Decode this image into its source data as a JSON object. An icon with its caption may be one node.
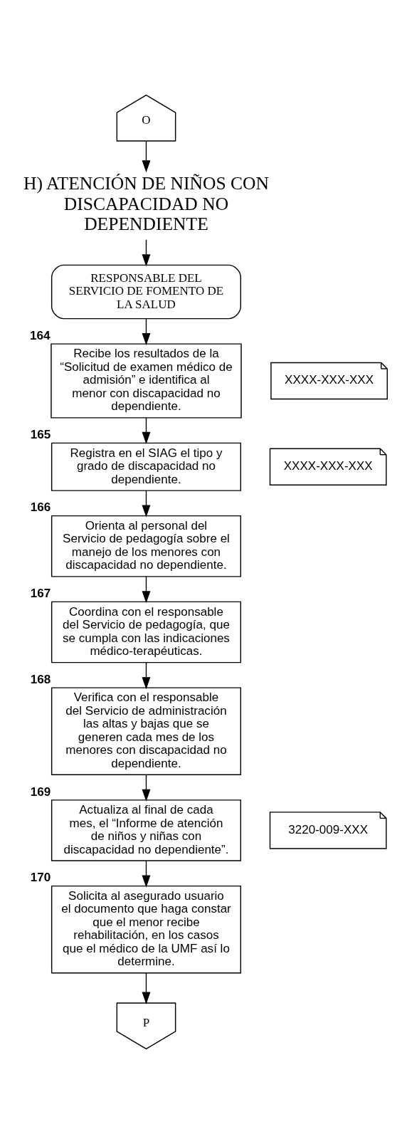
{
  "diagram": {
    "nodes": [
      {
        "text": [
          "O"
        ]
      },
      {
        "text": [
          "H) ATENCIÓN DE NIÑOS CON DISCAPACIDAD NO DEPENDIENTE"
        ]
      },
      {
        "text": [
          "RESPONSABLE DEL SERVICIO DE FOMENTO DE LA SALUD"
        ]
      },
      {
        "text": [
          "Recibe los resultados de la “Solicitud de examen médico de admisión” e identifica al menor con discapacidad no dependiente."
        ],
        "beside": [
          "164"
        ]
      },
      {
        "text": [
          "XXXX-XXX-XXX"
        ]
      },
      {
        "text": [
          "Registra en el SIAG el tipo y grado de discapacidad no dependiente."
        ],
        "beside": [
          "165"
        ]
      },
      {
        "text": [
          "XXXX-XXX-XXX"
        ]
      },
      {
        "text": [
          "Orienta al personal del Servicio de pedagogía sobre el manejo de los menores con discapacidad no dependiente."
        ],
        "beside": [
          "166"
        ]
      },
      {
        "text": [
          "Coordina con el responsable del Servicio de pedagogía, que se cumpla con las indicaciones médico-terapéuticas."
        ],
        "beside": [
          "167"
        ]
      },
      {
        "text": [
          "Verifica con el responsable del Servicio de administración las altas y bajas que se generen cada mes de los menores con discapacidad no dependiente."
        ],
        "beside": [
          "168"
        ]
      },
      {
        "text": [
          "Actualiza al final de cada mes, el “Informe de atención de niños y niñas con discapacidad no dependiente”."
        ],
        "beside": [
          "169"
        ]
      },
      {
        "text": [
          "3220-009-XXX"
        ]
      },
      {
        "text": [
          "Solicita al asegurado usuario el documento que haga constar que el menor recibe rehabilitación, en los casos que el médico de la UMF así lo determine."
        ],
        "beside": [
          "170"
        ]
      },
      {
        "text": [
          "P"
        ]
      }
    ],
    "edges": [
      {
        "from": 0,
        "to": 1,
        "arrow": "to"
      },
      {
        "from": 1,
        "to": 2,
        "arrow": "to"
      },
      {
        "from": 2,
        "to": 3,
        "arrow": "to"
      },
      {
        "from": 3,
        "to": 5,
        "arrow": "to"
      },
      {
        "from": 5,
        "to": 7,
        "arrow": "to"
      },
      {
        "from": 7,
        "to": 8,
        "arrow": "to"
      },
      {
        "from": 8,
        "to": 9,
        "arrow": "to"
      },
      {
        "from": 9,
        "to": 10,
        "arrow": "to"
      },
      {
        "from": 10,
        "to": 12,
        "arrow": "to"
      },
      {
        "from": 12,
        "to": 13,
        "arrow": "to"
      }
    ]
  }
}
